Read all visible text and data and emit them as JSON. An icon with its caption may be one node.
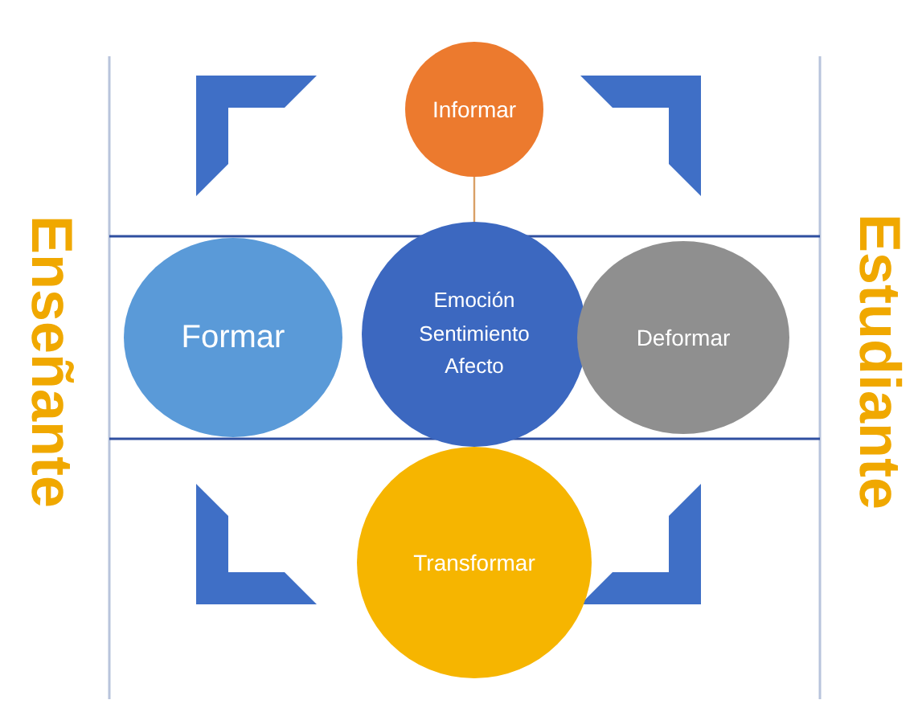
{
  "diagram": {
    "nodes": [
      {
        "text": [
          "Informar"
        ]
      },
      {
        "text": [
          "Formar"
        ]
      },
      {
        "text": [
          "Emoción Sentimiento Afecto"
        ]
      },
      {
        "text": [
          "Deformar"
        ]
      },
      {
        "text": [
          "Transformar"
        ]
      }
    ],
    "edges": [
      {
        "from": 0,
        "to": 2,
        "arrow": "none"
      }
    ],
    "labels": [
      "Enseñante",
      "Estudiante"
    ]
  }
}
